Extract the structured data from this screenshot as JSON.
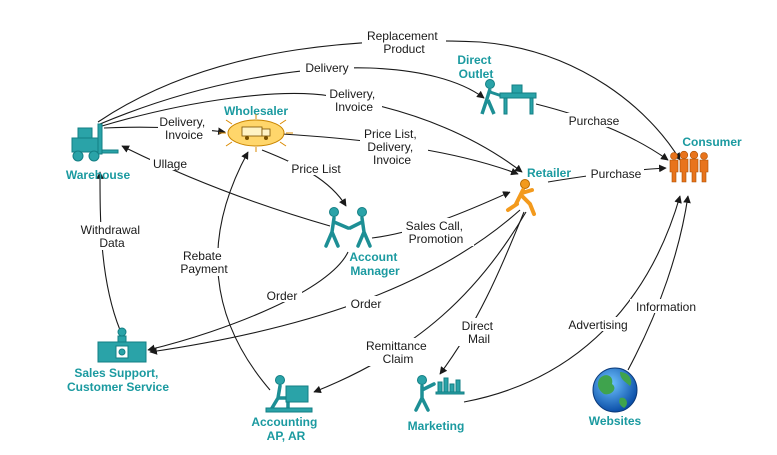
{
  "nodes": {
    "warehouse": "Warehouse",
    "wholesaler": "Wholesaler",
    "direct_outlet": [
      "Direct",
      "Outlet"
    ],
    "retailer": "Retailer",
    "consumer": "Consumer",
    "account_manager": [
      "Account",
      "Manager"
    ],
    "sales_support": [
      "Sales Support,",
      "Customer Service"
    ],
    "accounting": [
      "Accounting",
      "AP, AR"
    ],
    "marketing": "Marketing",
    "websites": "Websites"
  },
  "edges": {
    "replacement_product": [
      "Replacement",
      "Product"
    ],
    "delivery": "Delivery",
    "delivery_invoice_top": [
      "Delivery,",
      "Invoice"
    ],
    "delivery_invoice_left": [
      "Delivery,",
      "Invoice"
    ],
    "price_list_delivery_invoice": [
      "Price List,",
      "Delivery,",
      "Invoice"
    ],
    "purchase_outlet": "Purchase",
    "purchase_retailer": "Purchase",
    "ullage": "Ullage",
    "price_list": "Price List",
    "sales_call": [
      "Sales Call,",
      "Promotion"
    ],
    "withdrawal_data": [
      "Withdrawal",
      "Data"
    ],
    "rebate_payment": [
      "Rebate",
      "Payment"
    ],
    "order_am": "Order",
    "order_retailer": "Order",
    "remittance_claim": [
      "Remittance",
      "Claim"
    ],
    "direct_mail": [
      "Direct",
      "Mail"
    ],
    "advertising": "Advertising",
    "information": "Information"
  },
  "colors": {
    "node_label": "#1b9aa0",
    "figure": "#2aa3a8",
    "retailer": "#f39a1d",
    "consumer": "#e8741c",
    "arrow": "#1a1a1a"
  }
}
